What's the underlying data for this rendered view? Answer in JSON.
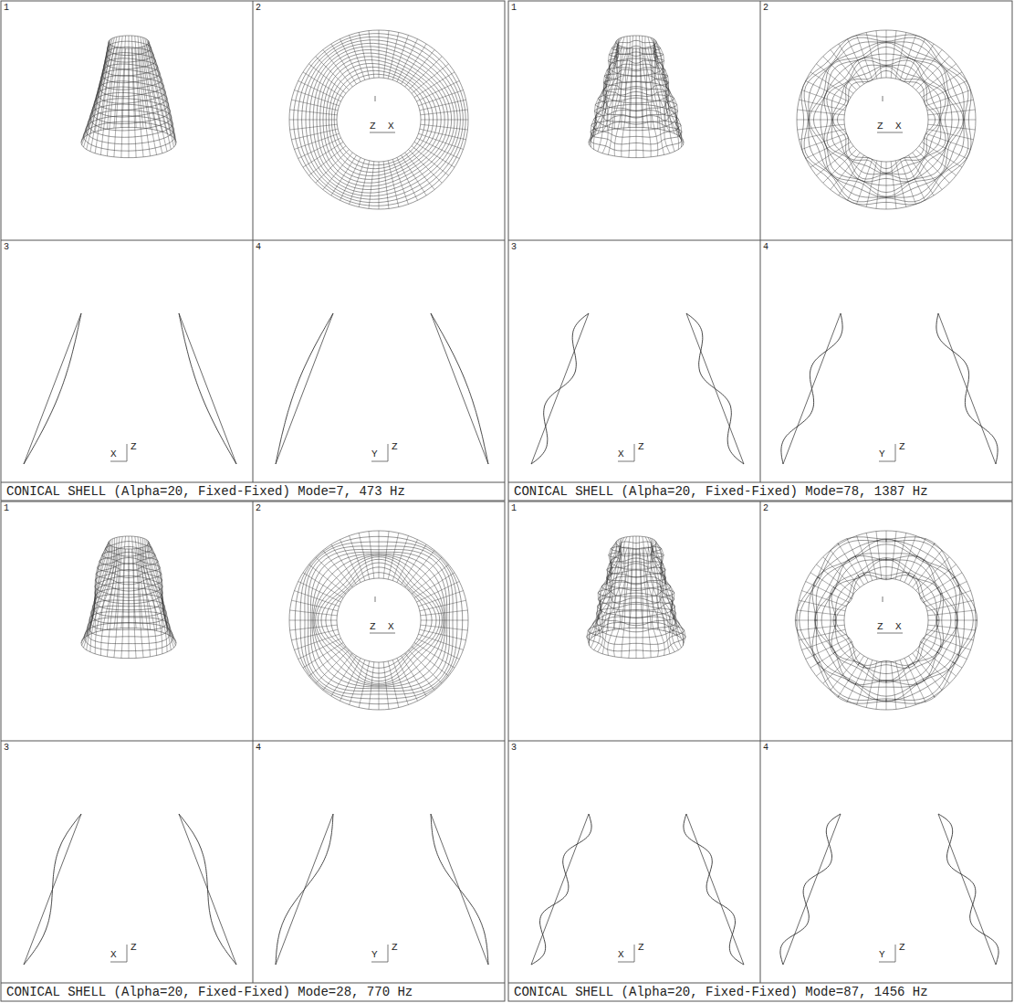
{
  "diagram": {
    "labels": [
      "1",
      "2",
      "3",
      "4",
      "Z",
      "X",
      "Z",
      "X",
      "Z",
      "Y",
      "CONICAL SHELL (Alpha=20, Fixed-Fixed) Mode=7, 473 Hz",
      "1",
      "2",
      "3",
      "4",
      "Z",
      "X",
      "Z",
      "X",
      "Z",
      "Y",
      "CONICAL SHELL (Alpha=20, Fixed-Fixed) Mode=78, 1387 Hz",
      "1",
      "2",
      "3",
      "4",
      "Z",
      "X",
      "Z",
      "X",
      "Z",
      "Y",
      "CONICAL SHELL (Alpha=20, Fixed-Fixed) Mode=28, 770 Hz",
      "1",
      "2",
      "3",
      "4",
      "Z",
      "X",
      "Z",
      "X",
      "Z",
      "Y",
      "CONICAL SHELL (Alpha=20, Fixed-Fixed) Mode=87, 1456 Hz"
    ]
  }
}
